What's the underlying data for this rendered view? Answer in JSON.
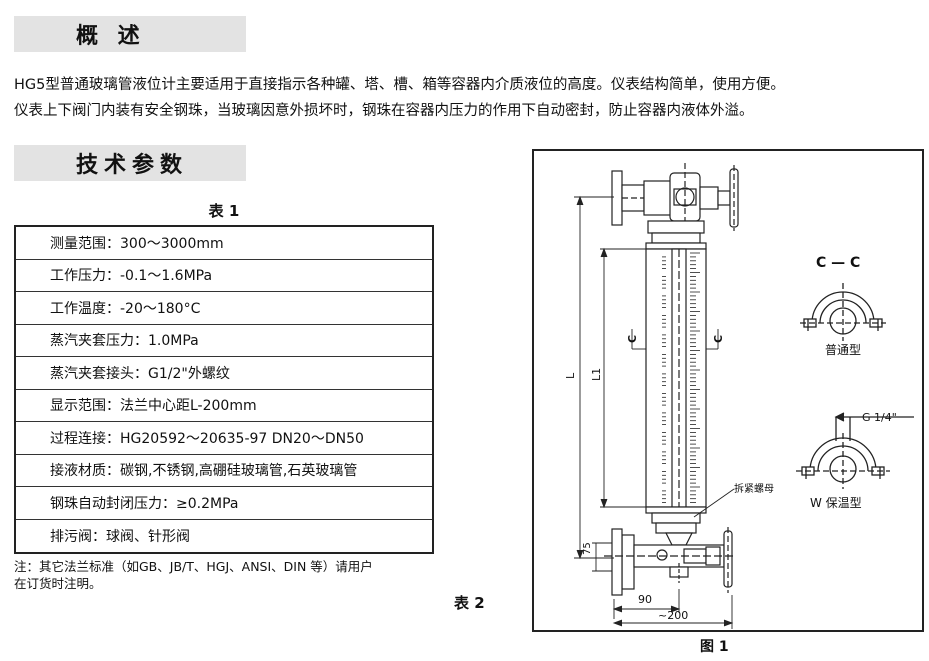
{
  "overview": {
    "title": "概 述",
    "paragraph_lines": [
      "HG5型普通玻璃管液位计主要适用于直接指示各种罐、塔、槽、箱等容器内介质液位的高度。仪表结构简单，使用方便。",
      "仪表上下阀门内装有安全钢珠，当玻璃因意外损坏时，钢珠在容器内压力的作用下自动密封，防止容器内液体外溢。"
    ]
  },
  "specs": {
    "title": "技术参数",
    "table_caption": "表 1",
    "rows": [
      "测量范围：300～3000mm",
      "工作压力：-0.1～1.6MPa",
      "工作温度：-20～180°C",
      "蒸汽夹套压力：1.0MPa",
      "蒸汽夹套接头：G1/2\"外螺纹",
      "显示范围：法兰中心距L-200mm",
      "过程连接：HG20592～20635-97 DN20～DN50",
      "接液材质：碳钢,不锈钢,高硼硅玻璃管,石英玻璃管",
      "钢珠自动封闭压力：≥0.2MPa",
      "排污阀：球阀、针形阀"
    ],
    "note_lines": [
      "注：其它法兰标准（如GB、JB/T、HGJ、ANSI、DIN  等）请用户",
      "在订货时注明。"
    ],
    "table2_caption": "表 2"
  },
  "figure": {
    "caption": "图 1",
    "labels": {
      "L": "L",
      "L1": "L1",
      "C": "C",
      "nut": "拆紧螺母",
      "dim_75": "75",
      "dim_90": "90",
      "dim_200": "~200"
    },
    "section_title": "C — C",
    "type_normal": "普通型",
    "thread": "G 1/4\"",
    "type_insulated": "W 保温型"
  }
}
